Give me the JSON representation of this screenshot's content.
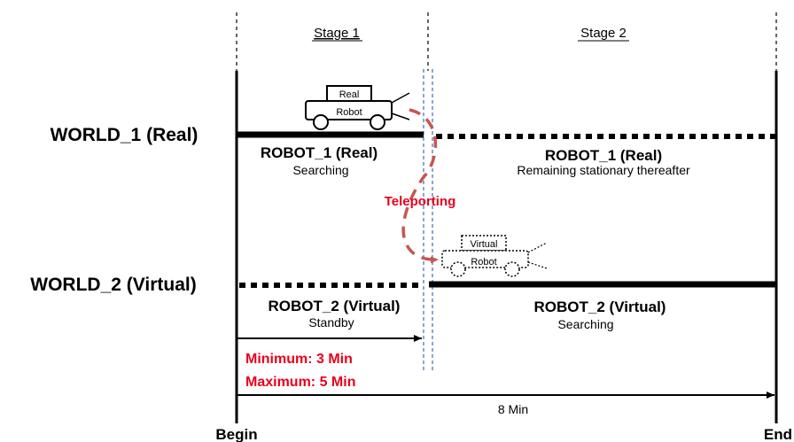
{
  "stages": {
    "stage1": "Stage 1",
    "stage2": "Stage 2"
  },
  "worlds": {
    "world1": "WORLD_1 (Real)",
    "world2": "WORLD_2 (Virtual)"
  },
  "robot1": {
    "icon_top": "Real",
    "icon_bottom": "Robot",
    "stage1_name": "ROBOT_1 (Real)",
    "stage1_state": "Searching",
    "stage2_name": "ROBOT_1 (Real)",
    "stage2_state": "Remaining stationary thereafter"
  },
  "robot2": {
    "icon_top": "Virtual",
    "icon_bottom": "Robot",
    "stage1_name": "ROBOT_2 (Virtual)",
    "stage1_state": "Standby",
    "stage2_name": "ROBOT_2 (Virtual)",
    "stage2_state": "Searching"
  },
  "teleport_label": "Teleporting",
  "timing": {
    "minimum": "Minimum: 3 Min",
    "maximum": "Maximum: 5 Min",
    "total": "8 Min",
    "begin": "Begin",
    "end": "End"
  },
  "colors": {
    "accent": "#e8001c",
    "teleport_path": "#c9554f",
    "boundary": "#3a6fb5"
  }
}
